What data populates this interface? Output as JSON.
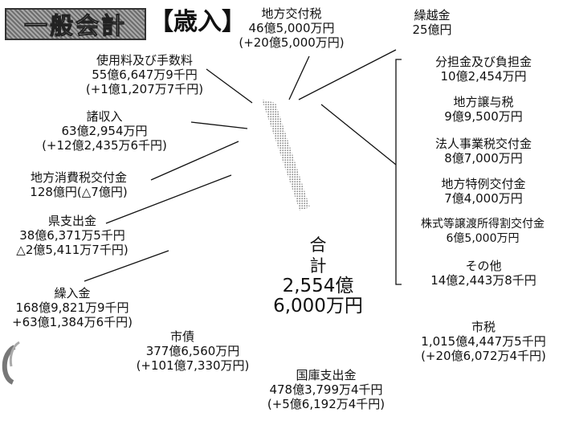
{
  "header": {
    "category": "一般会計",
    "section": "【歳入】"
  },
  "total": {
    "label": "合　計",
    "amount_line1": "2,554億",
    "amount_line2": "6,000万円"
  },
  "items": {
    "shiyoryo": {
      "name": "使用料及び手数料",
      "amount": "55億6,647万9千円",
      "change": "(+1億1,207万7千円)"
    },
    "shoshunyu": {
      "name": "諸収入",
      "amount": "63億2,954万円",
      "change": "(+12億2,435万6千円)"
    },
    "shohizei": {
      "name": "地方消費税交付金",
      "amount": "128億円(△7億円)"
    },
    "kenshishutsu": {
      "name": "県支出金",
      "amount": "38億6,371万5千円",
      "change": "△2億5,411万7千円)"
    },
    "kurire": {
      "name": "繰入金",
      "amount": "168億9,821万9千円",
      "change": "+63億1,384万6千円)"
    },
    "shisai": {
      "name": "市債",
      "amount": "377億6,560万円",
      "change": "(+101億7,330万円)"
    },
    "kokko": {
      "name": "国庫支出金",
      "amount": "478億3,799万4千円",
      "change": "(+5億6,192万4千円)"
    },
    "shizei": {
      "name": "市税",
      "amount": "1,015億4,447万5千円",
      "change": "(+20億6,072万4千円)"
    },
    "kofuzei": {
      "name": "地方交付税",
      "amount": "46億5,000万円",
      "change": "(+20億5,000万円)"
    },
    "kurikoshi": {
      "name": "繰越金",
      "amount": "25億円"
    }
  },
  "group": [
    {
      "name": "分担金及び負担金",
      "amount": "10億2,454万円"
    },
    {
      "name": "地方譲与税",
      "amount": "9億9,500万円"
    },
    {
      "name": "法人事業税交付金",
      "amount": "8億7,000万円"
    },
    {
      "name": "地方特例交付金",
      "amount": "7億4,000万円"
    },
    {
      "name": "株式等譲渡所得割交付金",
      "amount": "6億5,000万円"
    },
    {
      "name": "その他",
      "amount": "14億2,443万8千円"
    }
  ],
  "colors": {
    "ink": "#111111",
    "slice": "#9a9a9a"
  }
}
